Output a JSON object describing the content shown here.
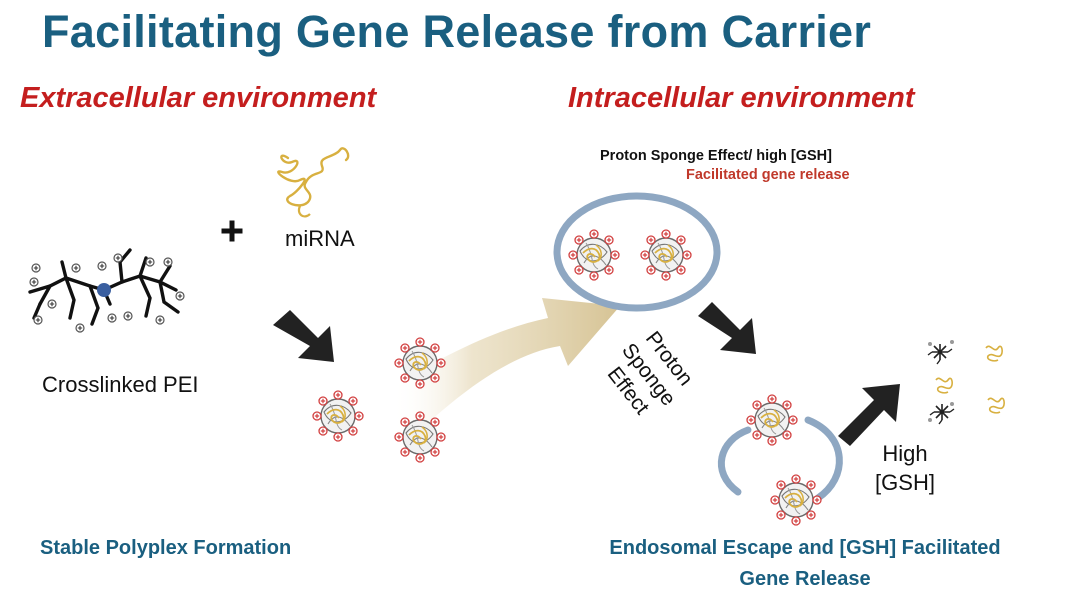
{
  "title": "Facilitating Gene Release from Carrier",
  "environments": {
    "extracellular": "Extracellular environment",
    "intracellular": "Intracellular environment"
  },
  "labels": {
    "mirna": "miRNA",
    "pei": "Crosslinked PEI",
    "high": "High",
    "gsh": "[GSH]",
    "proton_lines": [
      "Proton",
      "Sponge",
      "Effect"
    ]
  },
  "sponge_header": {
    "line1": "Proton Sponge Effect/ high [GSH]",
    "line2": "Facilitated gene release"
  },
  "captions": {
    "left": "Stable Polyplex Formation",
    "right_line1": "Endosomal Escape and [GSH] Facilitated",
    "right_line2": "Gene Release"
  },
  "colors": {
    "title": "#1a5f80",
    "environment": "#c41e1e",
    "caption": "#1a5f80",
    "endosome": "#8ea7c2",
    "gold_arrow": "#d9c8a0",
    "mirna": "#d8b040",
    "charge": "#d24040"
  }
}
